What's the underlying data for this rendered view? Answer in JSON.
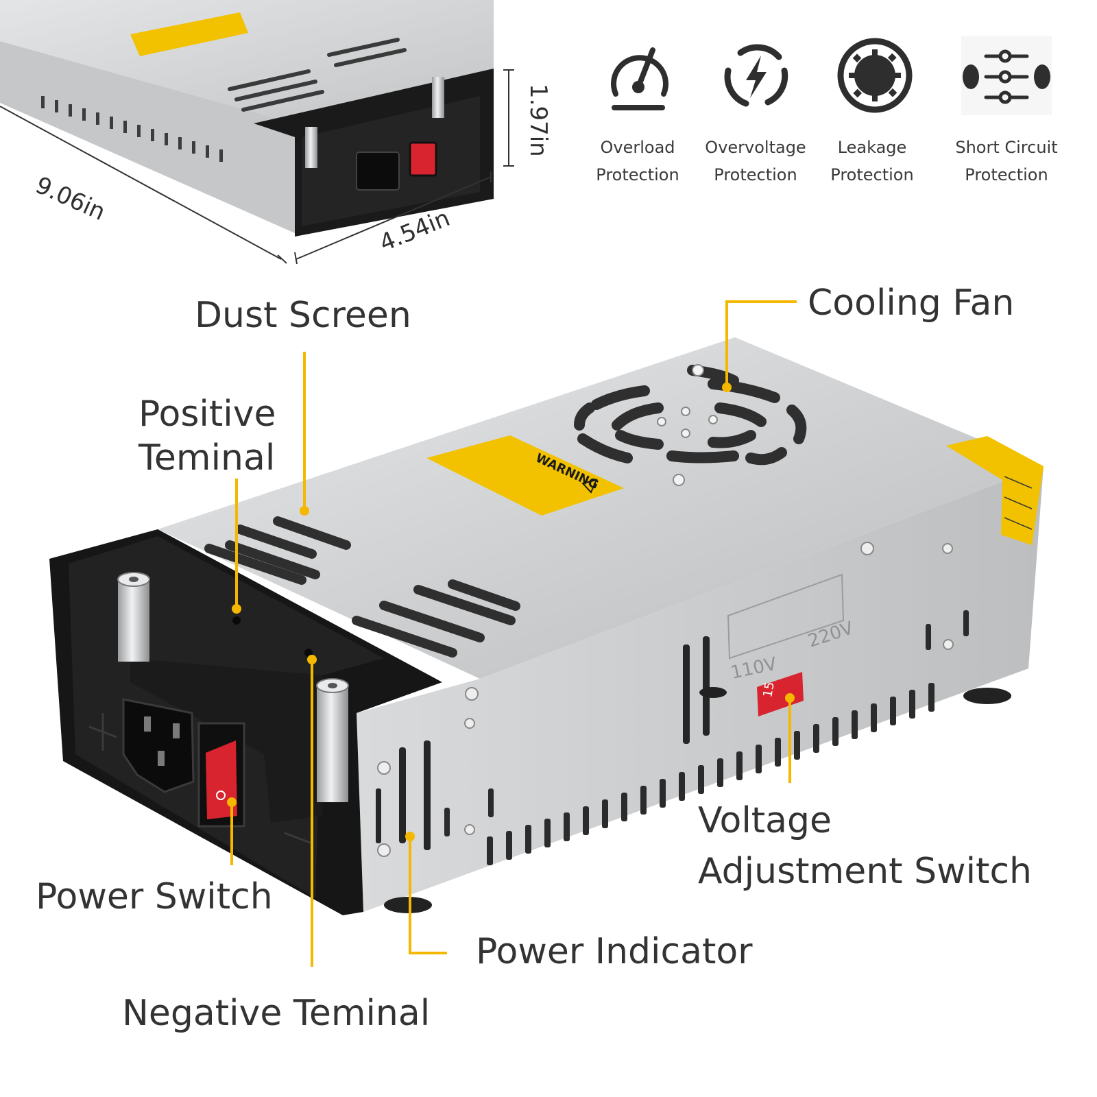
{
  "dimensions": {
    "width": "9.06in",
    "depth": "4.54in",
    "height": "1.97in"
  },
  "features": [
    {
      "icon": "gauge-icon",
      "line1": "Overload",
      "line2": "Protection"
    },
    {
      "icon": "lightning-icon",
      "line1": "Overvoltage",
      "line2": "Protection"
    },
    {
      "icon": "gear-circle-icon",
      "line1": "Leakage",
      "line2": "Protection"
    },
    {
      "icon": "sliders-icon",
      "line1": "Short Circuit",
      "line2": "Protection"
    }
  ],
  "callouts": {
    "dust_screen": "Dust Screen",
    "positive_terminal": [
      "Positive",
      "Teminal"
    ],
    "cooling_fan": "Cooling Fan",
    "voltage_switch": [
      "Voltage",
      "Adjustment Switch"
    ],
    "power_switch": "Power Switch",
    "power_indicator": "Power Indicator",
    "negative_terminal": "Negative Teminal"
  },
  "label_texts": {
    "warning": "WARNING",
    "v110": "110V",
    "v220": "220V",
    "switch_number": "15"
  },
  "colors": {
    "accent": "#F5B800",
    "metal": "#C9CBCD",
    "black_casing": "#1A1A1A",
    "warning_label": "#F2C200",
    "switch_red": "#D8242F",
    "icon_dark": "#2E2E2E"
  }
}
